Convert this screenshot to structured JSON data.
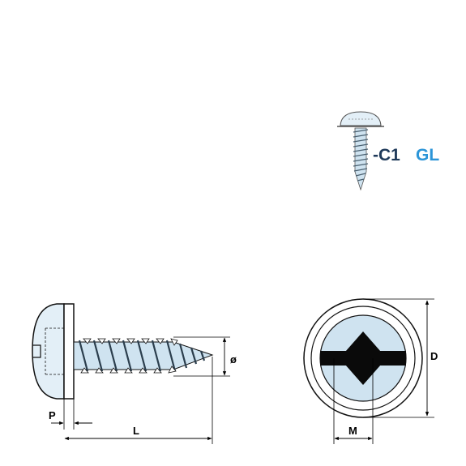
{
  "product": {
    "code_prefix": "-C1",
    "code_suffix": "GL"
  },
  "dimensions": {
    "diameter": "ø",
    "pitch": "P",
    "length": "L",
    "head_diameter": "D",
    "recess": "M"
  },
  "colors": {
    "metal_fill": "#cfe3f0",
    "metal_light": "#e3eff7",
    "outline": "#111111",
    "prefix_text": "#1f3a5a",
    "suffix_text": "#2c95d8"
  }
}
